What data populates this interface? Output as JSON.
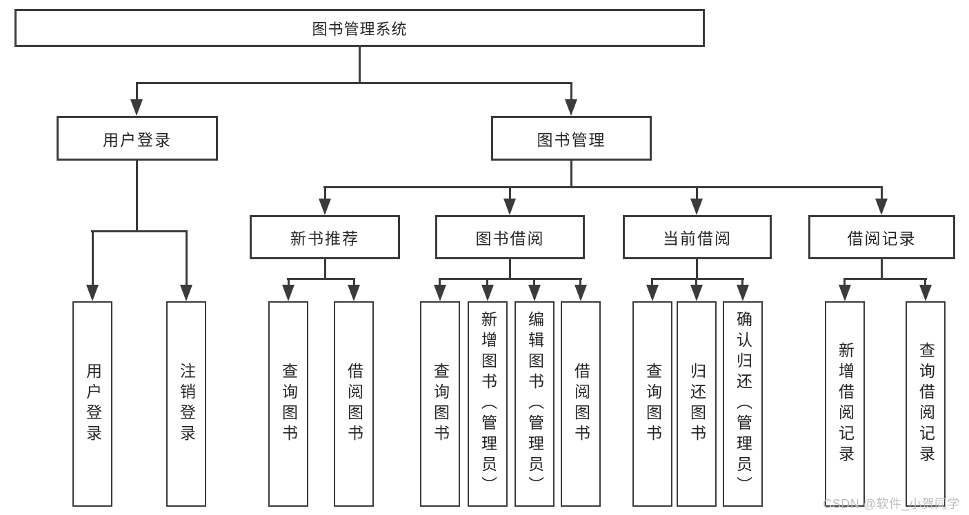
{
  "diagram": {
    "type": "tree",
    "colors": {
      "line": "#3b3b3b",
      "text": "#252525",
      "watermark": "#bdbdbd",
      "background": "#ffffff"
    },
    "root": {
      "label": "图书管理系统"
    },
    "level2": [
      {
        "label": "用户登录",
        "parent": "图书管理系统"
      },
      {
        "label": "图书管理",
        "parent": "图书管理系统"
      }
    ],
    "level3": [
      {
        "label": "新书推荐",
        "parent": "图书管理"
      },
      {
        "label": "图书借阅",
        "parent": "图书管理"
      },
      {
        "label": "当前借阅",
        "parent": "图书管理"
      },
      {
        "label": "借阅记录",
        "parent": "图书管理"
      }
    ],
    "leaves": [
      {
        "label": "用户登录",
        "parent": "用户登录"
      },
      {
        "label": "注销登录",
        "parent": "用户登录"
      },
      {
        "label": "查询图书",
        "parent": "新书推荐"
      },
      {
        "label": "借阅图书",
        "parent": "新书推荐"
      },
      {
        "label": "查询图书",
        "parent": "图书借阅"
      },
      {
        "label": "新增图书（管理员）",
        "parent": "图书借阅"
      },
      {
        "label": "编辑图书（管理员）",
        "parent": "图书借阅"
      },
      {
        "label": "借阅图书",
        "parent": "图书借阅"
      },
      {
        "label": "查询图书",
        "parent": "当前借阅"
      },
      {
        "label": "归还图书",
        "parent": "当前借阅"
      },
      {
        "label": "确认归还（管理员）",
        "parent": "当前借阅"
      },
      {
        "label": "新增借阅记录",
        "parent": "借阅记录"
      },
      {
        "label": "查询借阅记录",
        "parent": "借阅记录"
      }
    ],
    "watermark": "CSDN @软件_小贺同学"
  }
}
